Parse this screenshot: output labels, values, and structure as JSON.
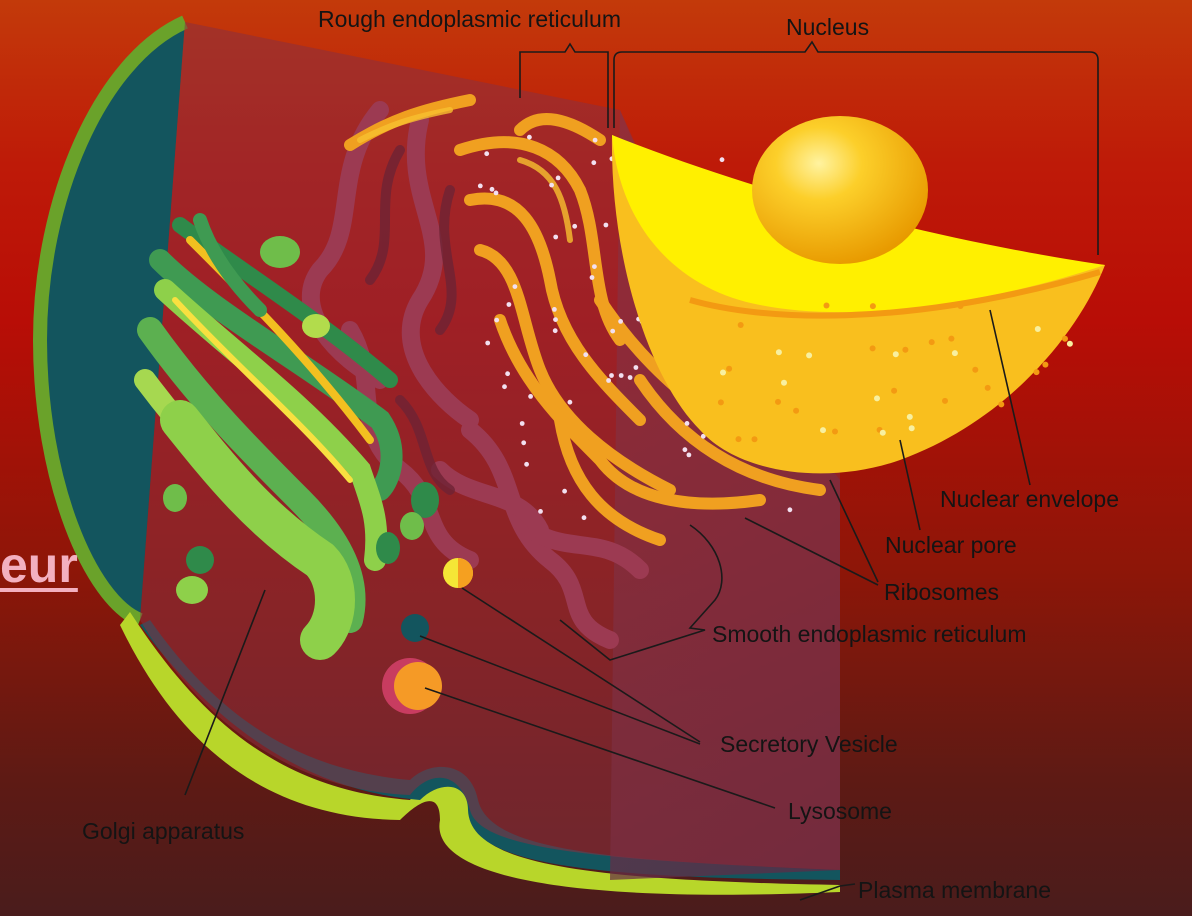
{
  "slide": {
    "link_text": "eur"
  },
  "labels": {
    "rough_er": "Rough endoplasmic reticulum",
    "nucleus": "Nucleus",
    "nuclear_envelope": "Nuclear envelope",
    "nuclear_pore": "Nuclear pore",
    "ribosomes": "Ribosomes",
    "smooth_er": "Smooth endoplasmic reticulum",
    "secretory_vesicle": "Secretory Vesicle",
    "lysosome": "Lysosome",
    "golgi": "Golgi apparatus",
    "plasma_membrane": "Plasma membrane"
  },
  "colors": {
    "membrane": "#c8e234",
    "cytoplasm_teal": "#13555e",
    "nucleus": "#f7c018",
    "nucleolus": "#f5b800",
    "rough_er": "#f0a020",
    "smooth_er": "#9c3a52",
    "golgi_green": "#3f9a52",
    "golgi_light": "#8ed04a",
    "lysosome": "#f59a26"
  }
}
